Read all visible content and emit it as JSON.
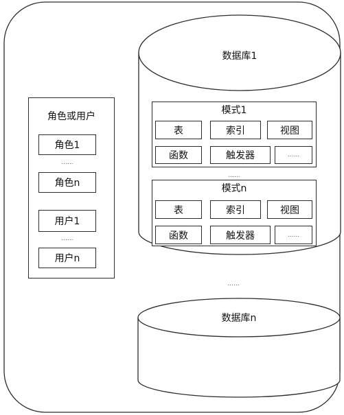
{
  "roles_panel": {
    "title": "角色或用户",
    "items": [
      "角色1",
      "角色n",
      "用户1",
      "用户n"
    ],
    "ellipsis": "......"
  },
  "databases": [
    {
      "label": "数据库1",
      "schemas": [
        {
          "label": "模式1",
          "objects": [
            "表",
            "索引",
            "视图",
            "函数",
            "触发器",
            "......"
          ]
        },
        {
          "label": "模式n",
          "objects": [
            "表",
            "索引",
            "视图",
            "函数",
            "触发器",
            "......"
          ]
        }
      ],
      "schema_ellipsis": "......"
    },
    {
      "label": "数据库n"
    }
  ],
  "db_ellipsis": "......"
}
